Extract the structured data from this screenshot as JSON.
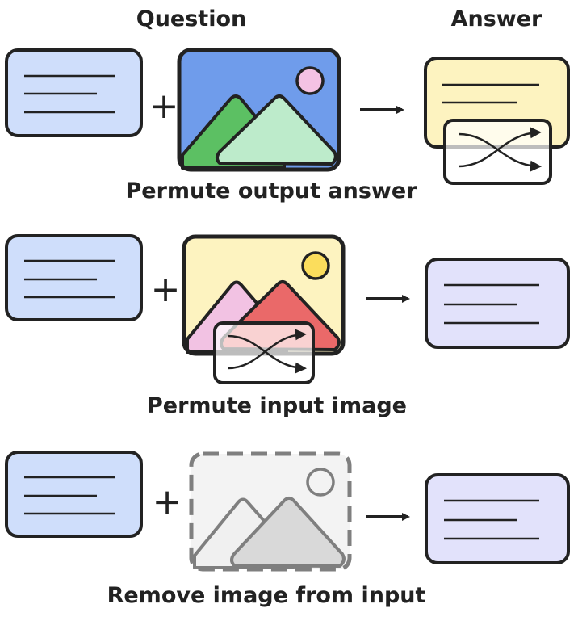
{
  "headers": {
    "question": "Question",
    "answer": "Answer"
  },
  "rows": [
    {
      "caption": "Permute output answer",
      "plus": "+"
    },
    {
      "caption": "Permute input image",
      "plus": "+"
    },
    {
      "caption": "Remove image from input",
      "plus": "+"
    }
  ],
  "colors": {
    "question_card": "#cfdefb",
    "answer_card_permuted": "#fdf3c0",
    "answer_card": "#e2e2fb",
    "image_sky_blue": "#6f9ceb",
    "image_sky_yellow": "#fdf3c0",
    "mountain_green_dark": "#5cc063",
    "mountain_green_light": "#bdebcb",
    "mountain_pink": "#f2c2e3",
    "mountain_red": "#ea6969",
    "sun_pink": "#f4c2e4",
    "sun_yellow": "#fbdd5c",
    "outline": "#222222",
    "removed_gray": "#7f7f7f"
  }
}
